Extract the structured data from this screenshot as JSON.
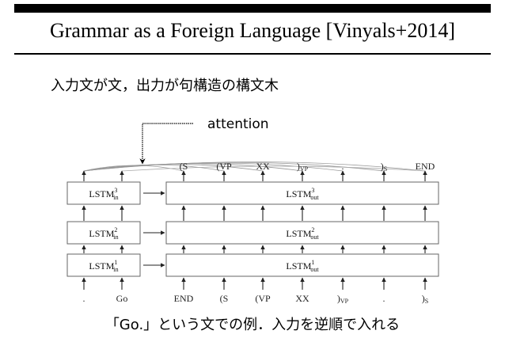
{
  "title": "Grammar as a Foreign Language [Vinyals+2014]",
  "subtitle": "入力文が文，出力が句構造の構文木",
  "attention_label": "attention",
  "caption": "「Go.」という文での例．入力を逆順で入れる",
  "encoder": {
    "cell": "LSTM",
    "suffix": "in",
    "layers": [
      "3",
      "2",
      "1"
    ],
    "inputs": [
      ".",
      "Go"
    ]
  },
  "decoder": {
    "cell": "LSTM",
    "suffix": "out",
    "layers": [
      "3",
      "2",
      "1"
    ],
    "outputs": [
      {
        "main": "(S",
        "sub": ""
      },
      {
        "main": "(VP",
        "sub": ""
      },
      {
        "main": "XX",
        "sub": ""
      },
      {
        "main": ")",
        "sub": "VP"
      },
      {
        "main": ".",
        "sub": ""
      },
      {
        "main": ")",
        "sub": "S"
      },
      {
        "main": "END",
        "sub": ""
      }
    ],
    "inputs": [
      {
        "main": "END",
        "sub": ""
      },
      {
        "main": "(S",
        "sub": ""
      },
      {
        "main": "(VP",
        "sub": ""
      },
      {
        "main": "XX",
        "sub": ""
      },
      {
        "main": ")",
        "sub": "VP"
      },
      {
        "main": ".",
        "sub": ""
      },
      {
        "main": ")",
        "sub": "S"
      }
    ]
  }
}
